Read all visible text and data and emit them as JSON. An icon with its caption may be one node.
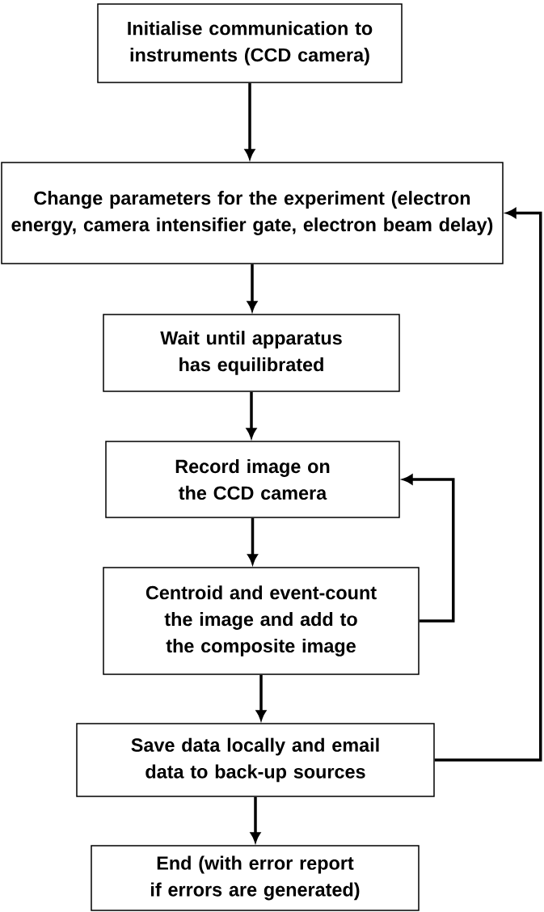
{
  "diagram": {
    "nodes": [
      {
        "text": [
          "Initialise communication to instruments (CCD camera)"
        ]
      },
      {
        "text": [
          "Change parameters for the experiment (electron energy, camera intensifier gate, electron beam delay)"
        ]
      },
      {
        "text": [
          "Wait until apparatus has equilibrated"
        ]
      },
      {
        "text": [
          "Record image on the CCD camera"
        ]
      },
      {
        "text": [
          "Centroid and event-count the image and add to the composite image"
        ]
      },
      {
        "text": [
          "Save data locally and email data to back-up sources"
        ]
      },
      {
        "text": [
          "End (with error report if errors are generated)"
        ]
      }
    ],
    "edges": [
      {
        "from": 0,
        "to": 1,
        "arrow": "to"
      },
      {
        "from": 1,
        "to": 2,
        "arrow": "to"
      },
      {
        "from": 2,
        "to": 3,
        "arrow": "to"
      },
      {
        "from": 3,
        "to": 4,
        "arrow": "to"
      },
      {
        "from": 4,
        "to": 3,
        "arrow": "to"
      },
      {
        "from": 4,
        "to": 5,
        "arrow": "to"
      },
      {
        "from": 5,
        "to": 6,
        "arrow": "to"
      },
      {
        "from": 5,
        "to": 1,
        "arrow": "to"
      }
    ]
  }
}
